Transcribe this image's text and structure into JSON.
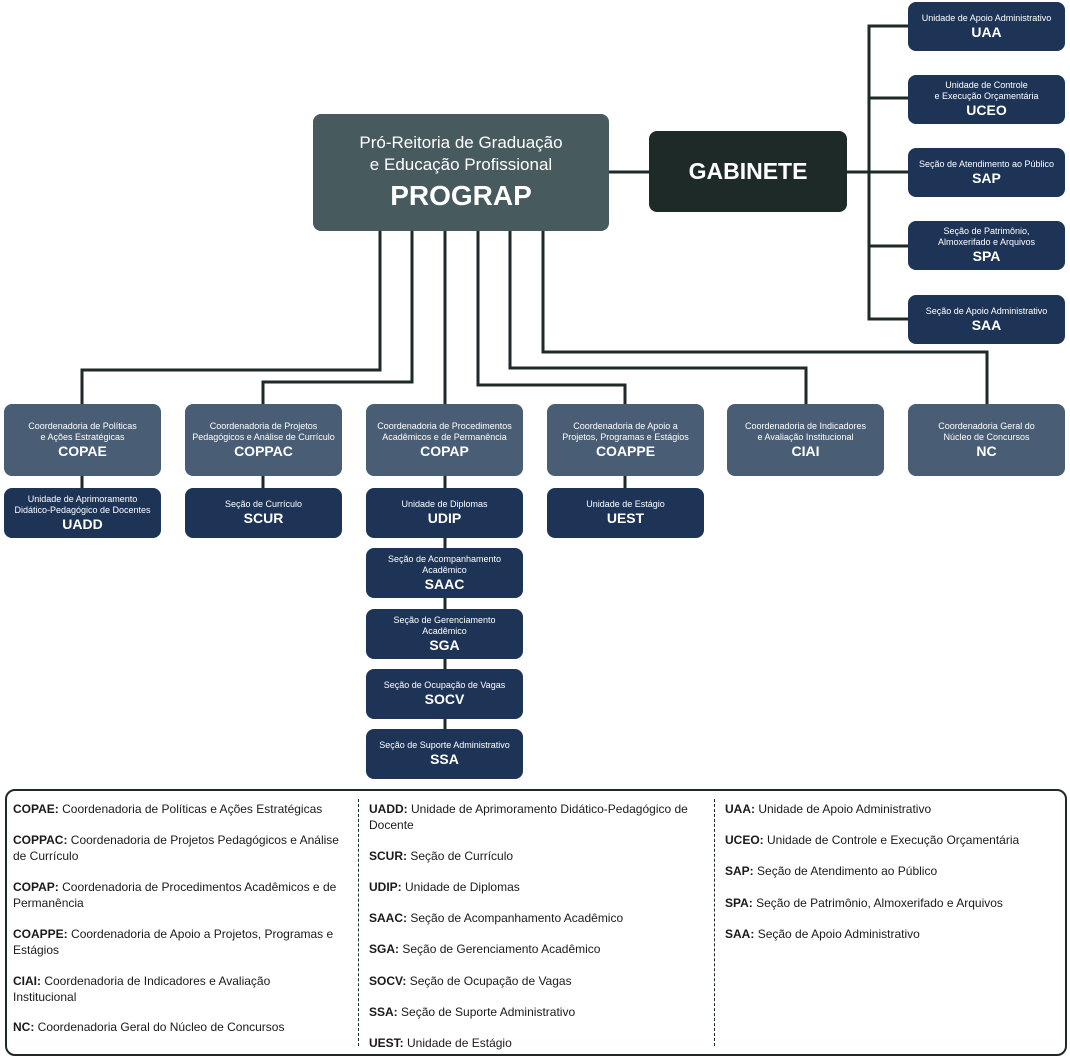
{
  "colors": {
    "dark_box": "#1d3457",
    "mid_box": "#495d74",
    "main_box": "#475a5d",
    "gabinete_box": "#1e2a27",
    "line": "#1e2a27"
  },
  "main": {
    "title": "Pró-Reitoria de Graduação\ne Educação Profissional",
    "acronym": "PROGRAP"
  },
  "gabinete": {
    "label": "GABINETE"
  },
  "gabinete_units": [
    {
      "title": "Unidade de Apoio Administrativo",
      "acronym": "UAA"
    },
    {
      "title": "Unidade de Controle\ne Execução Orçamentária",
      "acronym": "UCEO"
    },
    {
      "title": "Seção de Atendimento ao Público",
      "acronym": "SAP"
    },
    {
      "title": "Seção de Patrimônio,\nAlmoxerifado e Arquivos",
      "acronym": "SPA"
    },
    {
      "title": "Seção de Apoio Administrativo",
      "acronym": "SAA"
    }
  ],
  "coordinations": [
    {
      "title": "Coordenadoria de Políticas\ne Ações Estratégicas",
      "acronym": "COPAE"
    },
    {
      "title": "Coordenadoria de Projetos\nPedagógicos e Análise de Currículo",
      "acronym": "COPPAC"
    },
    {
      "title": "Coordenadoria de Procedimentos\nAcadêmicos e de Permanência",
      "acronym": "COPAP"
    },
    {
      "title": "Coordenadoria de Apoio a\nProjetos, Programas e Estágios",
      "acronym": "COAPPE"
    },
    {
      "title": "Coordenadoria de Indicadores\ne Avaliação Institucional",
      "acronym": "CIAI"
    },
    {
      "title": "Coordenadoria Geral do\nNúcleo de Concursos",
      "acronym": "NC"
    }
  ],
  "subunits": {
    "uadd": {
      "title": "Unidade de Aprimoramento\nDidático-Pedagógico de Docentes",
      "acronym": "UADD"
    },
    "scur": {
      "title": "Seção de Currículo",
      "acronym": "SCUR"
    },
    "udip": {
      "title": "Unidade de Diplomas",
      "acronym": "UDIP"
    },
    "saac": {
      "title": "Seção de Acompanhamento\nAcadêmico",
      "acronym": "SAAC"
    },
    "sga": {
      "title": "Seção de Gerenciamento\nAcadêmico",
      "acronym": "SGA"
    },
    "socv": {
      "title": "Seção de Ocupação de Vagas",
      "acronym": "SOCV"
    },
    "ssa": {
      "title": "Seção de Suporte Administrativo",
      "acronym": "SSA"
    },
    "uest": {
      "title": "Unidade de Estágio",
      "acronym": "UEST"
    }
  },
  "legend": {
    "col1": [
      {
        "abbr": "COPAE:",
        "text": "Coordenadoria de Políticas e Ações Estratégicas"
      },
      {
        "abbr": "COPPAC:",
        "text": "Coordenadoria de Projetos Pedagógicos e Análise de Currículo"
      },
      {
        "abbr": "COPAP:",
        "text": "Coordenadoria de Procedimentos Acadêmicos e de Permanência"
      },
      {
        "abbr": "COAPPE:",
        "text": "Coordenadoria de Apoio a Projetos, Programas e Estágios"
      },
      {
        "abbr": "CIAI:",
        "text": "Coordenadoria de Indicadores e Avaliação Institucional"
      },
      {
        "abbr": "NC:",
        "text": "Coordenadoria Geral do Núcleo de Concursos"
      }
    ],
    "col2": [
      {
        "abbr": "UADD:",
        "text": "Unidade de Aprimoramento Didático-Pedagógico de Docente"
      },
      {
        "abbr": "SCUR:",
        "text": "Seção de Currículo"
      },
      {
        "abbr": "UDIP:",
        "text": "Unidade de Diplomas"
      },
      {
        "abbr": "SAAC:",
        "text": "Seção de Acompanhamento Acadêmico"
      },
      {
        "abbr": "SGA:",
        "text": "Seção de Gerenciamento Acadêmico"
      },
      {
        "abbr": "SOCV:",
        "text": "Seção de Ocupação de Vagas"
      },
      {
        "abbr": "SSA:",
        "text": "Seção de Suporte Administrativo"
      },
      {
        "abbr": "UEST:",
        "text": "Unidade de Estágio"
      }
    ],
    "col3": [
      {
        "abbr": "UAA:",
        "text": "Unidade de Apoio Administrativo"
      },
      {
        "abbr": "UCEO:",
        "text": "Unidade de Controle e Execução Orçamentária"
      },
      {
        "abbr": "SAP:",
        "text": "Seção de Atendimento ao Público"
      },
      {
        "abbr": "SPA:",
        "text": "Seção de Patrimônio, Almoxerifado e Arquivos"
      },
      {
        "abbr": "SAA:",
        "text": "Seção de Apoio Administrativo"
      }
    ]
  }
}
